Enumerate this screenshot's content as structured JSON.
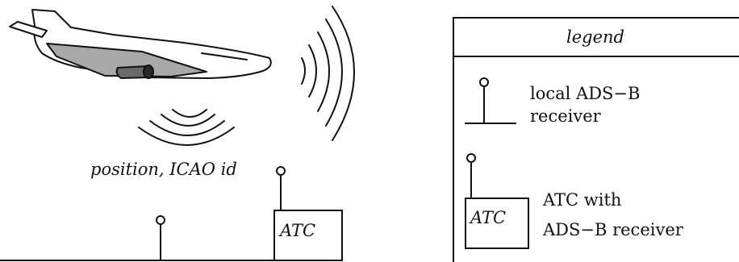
{
  "diagram": {
    "airplane": {
      "broadcast_label": "position, ICAO id"
    },
    "ground": {
      "atc_label": "ATC"
    },
    "legend": {
      "title": "legend",
      "local_receiver_line1": "local ADS−B",
      "local_receiver_line2": "receiver",
      "atc_box_label": "ATC",
      "atc_receiver_line1": "ATC with",
      "atc_receiver_line2": "ADS−B receiver"
    }
  }
}
